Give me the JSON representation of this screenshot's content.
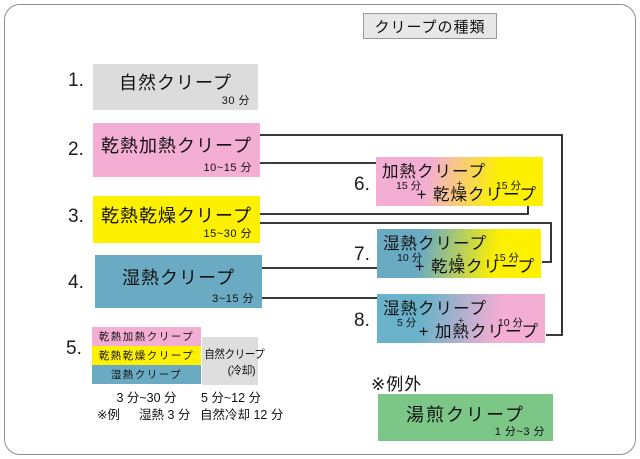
{
  "title": "クリープの種類",
  "steps": [
    {
      "num": "1.",
      "label": "自然クリープ",
      "time": "30 分"
    },
    {
      "num": "2.",
      "label": "乾熱加熱クリープ",
      "time": "10~15 分"
    },
    {
      "num": "3.",
      "label": "乾熱乾燥クリープ",
      "time": "15~30 分"
    },
    {
      "num": "4.",
      "label": "湿熱クリープ",
      "time": "3~15 分"
    }
  ],
  "step5": {
    "num": "5.",
    "layers": [
      "乾熱加熱クリープ",
      "乾熱乾燥クリープ",
      "湿熱クリープ"
    ],
    "layers_range": "3 分~30 分",
    "cool_label": "自然クリープ",
    "cool_sub": "(冷却)",
    "cool_range": "5 分~12 分",
    "example_prefix": "※例",
    "example_wet": "湿熱 3 分",
    "example_cool": "自然冷却 12 分"
  },
  "combos": [
    {
      "num": "6.",
      "first": "加熱クリープ",
      "first_time": "15 分",
      "plus": "+",
      "second_time": "15 分",
      "second": "+ 乾燥クリープ"
    },
    {
      "num": "7.",
      "first": "湿熱クリープ",
      "first_time": "10 分",
      "plus": "+",
      "second_time": "15 分",
      "second": "+ 乾燥クリープ"
    },
    {
      "num": "8.",
      "first": "湿熱クリープ",
      "first_time": "5 分",
      "plus": "+",
      "second_time": "10 分",
      "second": "+ 加熱クリープ"
    }
  ],
  "exception": {
    "heading": "※例外",
    "label": "湯煎クリープ",
    "time": "1 分~3 分"
  },
  "colors": {
    "gray": "#dcdcdc",
    "pink": "#f4aed3",
    "yellow": "#fdf000",
    "teal": "#6aabc3",
    "green": "#7cc787",
    "line": "#1f1f1f"
  }
}
